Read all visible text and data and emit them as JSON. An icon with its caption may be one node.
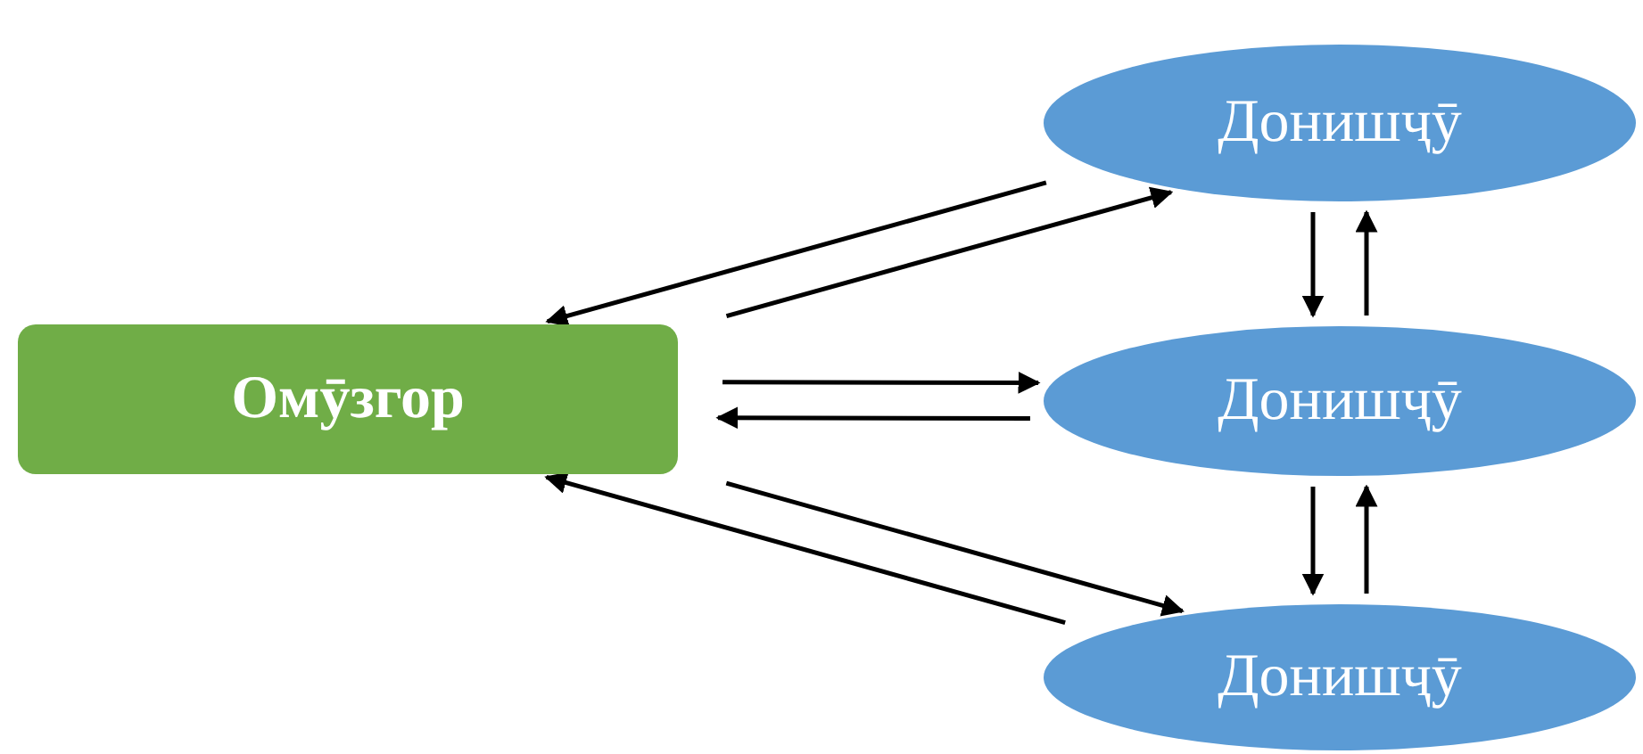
{
  "diagram": {
    "nodes": [
      {
        "text": [
          "Омӯзгор"
        ]
      },
      {
        "text": [
          "Донишҷӯ"
        ]
      },
      {
        "text": [
          "Донишҷӯ"
        ]
      },
      {
        "text": [
          "Донишҷӯ"
        ]
      }
    ],
    "edges": [
      {
        "from": 1,
        "to": 0,
        "arrow": "to"
      },
      {
        "from": 0,
        "to": 1,
        "arrow": "to"
      },
      {
        "from": 0,
        "to": 2,
        "arrow": "to"
      },
      {
        "from": 2,
        "to": 0,
        "arrow": "to"
      },
      {
        "from": 0,
        "to": 3,
        "arrow": "to"
      },
      {
        "from": 3,
        "to": 0,
        "arrow": "to"
      },
      {
        "from": 2,
        "to": 1,
        "arrow": "to"
      },
      {
        "from": 1,
        "to": 2,
        "arrow": "to"
      },
      {
        "from": 3,
        "to": 2,
        "arrow": "to"
      },
      {
        "from": 2,
        "to": 3,
        "arrow": "to"
      }
    ]
  }
}
